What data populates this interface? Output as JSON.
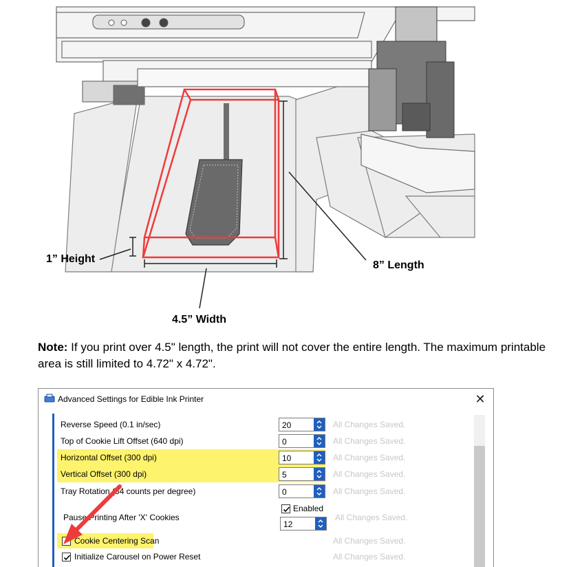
{
  "figure": {
    "callouts": {
      "height": "1” Height",
      "width": "4.5” Width",
      "length": "8” Length"
    }
  },
  "note": {
    "prefix": "Note:",
    "text": " If you print over 4.5\" length, the print will not cover the entire length. The maximum printable area is still limited to 4.72\" x 4.72\"."
  },
  "dialog": {
    "title": "Advanced Settings for Edible Ink Printer",
    "close_glyph": "✕",
    "rows": [
      {
        "label": "Reverse Speed (0.1 in/sec)",
        "value": "20",
        "status": "All Changes Saved.",
        "highlighted": false
      },
      {
        "label": "Top of Cookie Lift Offset (640 dpi)",
        "value": "0",
        "status": "All Changes Saved.",
        "highlighted": false
      },
      {
        "label": "Horizontal Offset (300 dpi)",
        "value": "10",
        "status": "All Changes Saved.",
        "highlighted": true
      },
      {
        "label": "Vertical Offset (300 dpi)",
        "value": "5",
        "status": "All Changes Saved.",
        "highlighted": true
      },
      {
        "label": "Tray Rotation (54 counts per degree)",
        "value": "0",
        "status": "All Changes Saved.",
        "highlighted": false
      }
    ],
    "pause": {
      "label": "Pause Printing After 'X' Cookies",
      "enabled_label": "Enabled",
      "enabled_checked": true,
      "value": "12",
      "status": "All Changes Saved."
    },
    "cookie_centering": {
      "label": "Cookie Centering Scan",
      "checked": false,
      "status": "All Changes Saved.",
      "highlighted": true
    },
    "initialize_carousel": {
      "label": "Initialize Carousel on Power Reset",
      "checked": true,
      "status": "All Changes Saved."
    }
  },
  "colors": {
    "accent_blue": "#1f5fbf",
    "highlight_yellow": "#fdf36d",
    "annotation_red": "#ee3b3b",
    "status_gray": "#c7c7c7"
  }
}
